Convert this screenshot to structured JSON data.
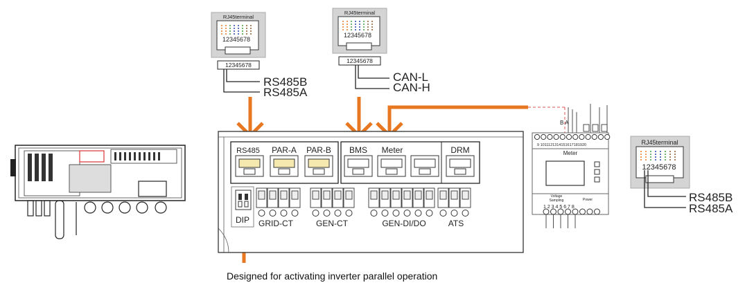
{
  "rj45_top_left": {
    "title": "RJ45terminal",
    "pins": "12345678",
    "strip": "12345678",
    "signals": [
      "RS485B",
      "RS485A"
    ]
  },
  "rj45_top_mid": {
    "title": "RJ45terminal",
    "pins": "12345678",
    "strip": "12345678",
    "signals": [
      "CAN-L",
      "CAN-H"
    ]
  },
  "rj45_right": {
    "title": "RJ45terminal",
    "pins": "12345678",
    "signals": [
      "RS485B",
      "RS485A"
    ]
  },
  "ports_top": [
    "RS485",
    "PAR-A",
    "PAR-B",
    "BMS",
    "Meter",
    "DRM"
  ],
  "ports_bottom": [
    "DIP",
    "GRID-CT",
    "GEN-CT",
    "GEN-DI/DO",
    "ATS"
  ],
  "meter": {
    "title": "Meter",
    "top_terminals": "9 1011121314151617181920",
    "ba_label": "B  A",
    "bottom_terminals": "1 2 3 4 5 6 7 8",
    "voltage_label": "Voltage",
    "sampling_label": "Sampling",
    "power_label": "Power"
  },
  "caption": "Designed for activating inverter parallel operation",
  "colors": {
    "arrow": "#e87722",
    "line": "#222222",
    "dashed": "#e05050"
  }
}
